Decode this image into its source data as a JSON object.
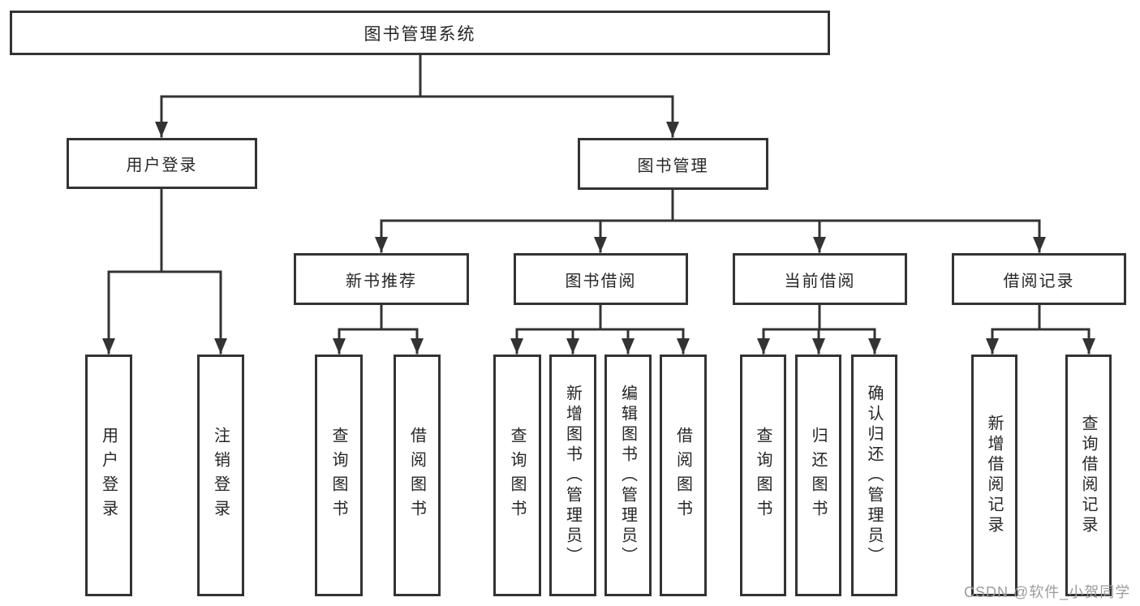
{
  "nodes": {
    "root": {
      "label": "图书管理系统"
    },
    "user_login": {
      "label": "用户登录"
    },
    "book_mgmt": {
      "label": "图书管理"
    },
    "new_books": {
      "label": "新书推荐"
    },
    "book_borrow": {
      "label": "图书借阅"
    },
    "current_borrow": {
      "label": "当前借阅"
    },
    "borrow_records": {
      "label": "借阅记录"
    },
    "leaf_user_login": {
      "label": "用户登录"
    },
    "leaf_logout": {
      "label": "注销登录"
    },
    "leaf_nb_query": {
      "label": "查询图书"
    },
    "leaf_nb_borrow": {
      "label": "借阅图书"
    },
    "leaf_bb_query": {
      "label": "查询图书"
    },
    "leaf_bb_add": {
      "label": "新增图书（管理员）"
    },
    "leaf_bb_edit": {
      "label": "编辑图书（管理员）"
    },
    "leaf_bb_borrow": {
      "label": "借阅图书"
    },
    "leaf_cb_query": {
      "label": "查询图书"
    },
    "leaf_cb_return": {
      "label": "归还图书"
    },
    "leaf_cb_confirm": {
      "label": "确认归还（管理员）"
    },
    "leaf_br_add": {
      "label": "新增借阅记录"
    },
    "leaf_br_query": {
      "label": "查询借阅记录"
    }
  },
  "watermark": {
    "text": "CSDN @软件_小贺同学"
  },
  "colors": {
    "line": "#333333",
    "text": "#262626",
    "watermark": "#9c9c9c",
    "background": "#ffffff"
  }
}
